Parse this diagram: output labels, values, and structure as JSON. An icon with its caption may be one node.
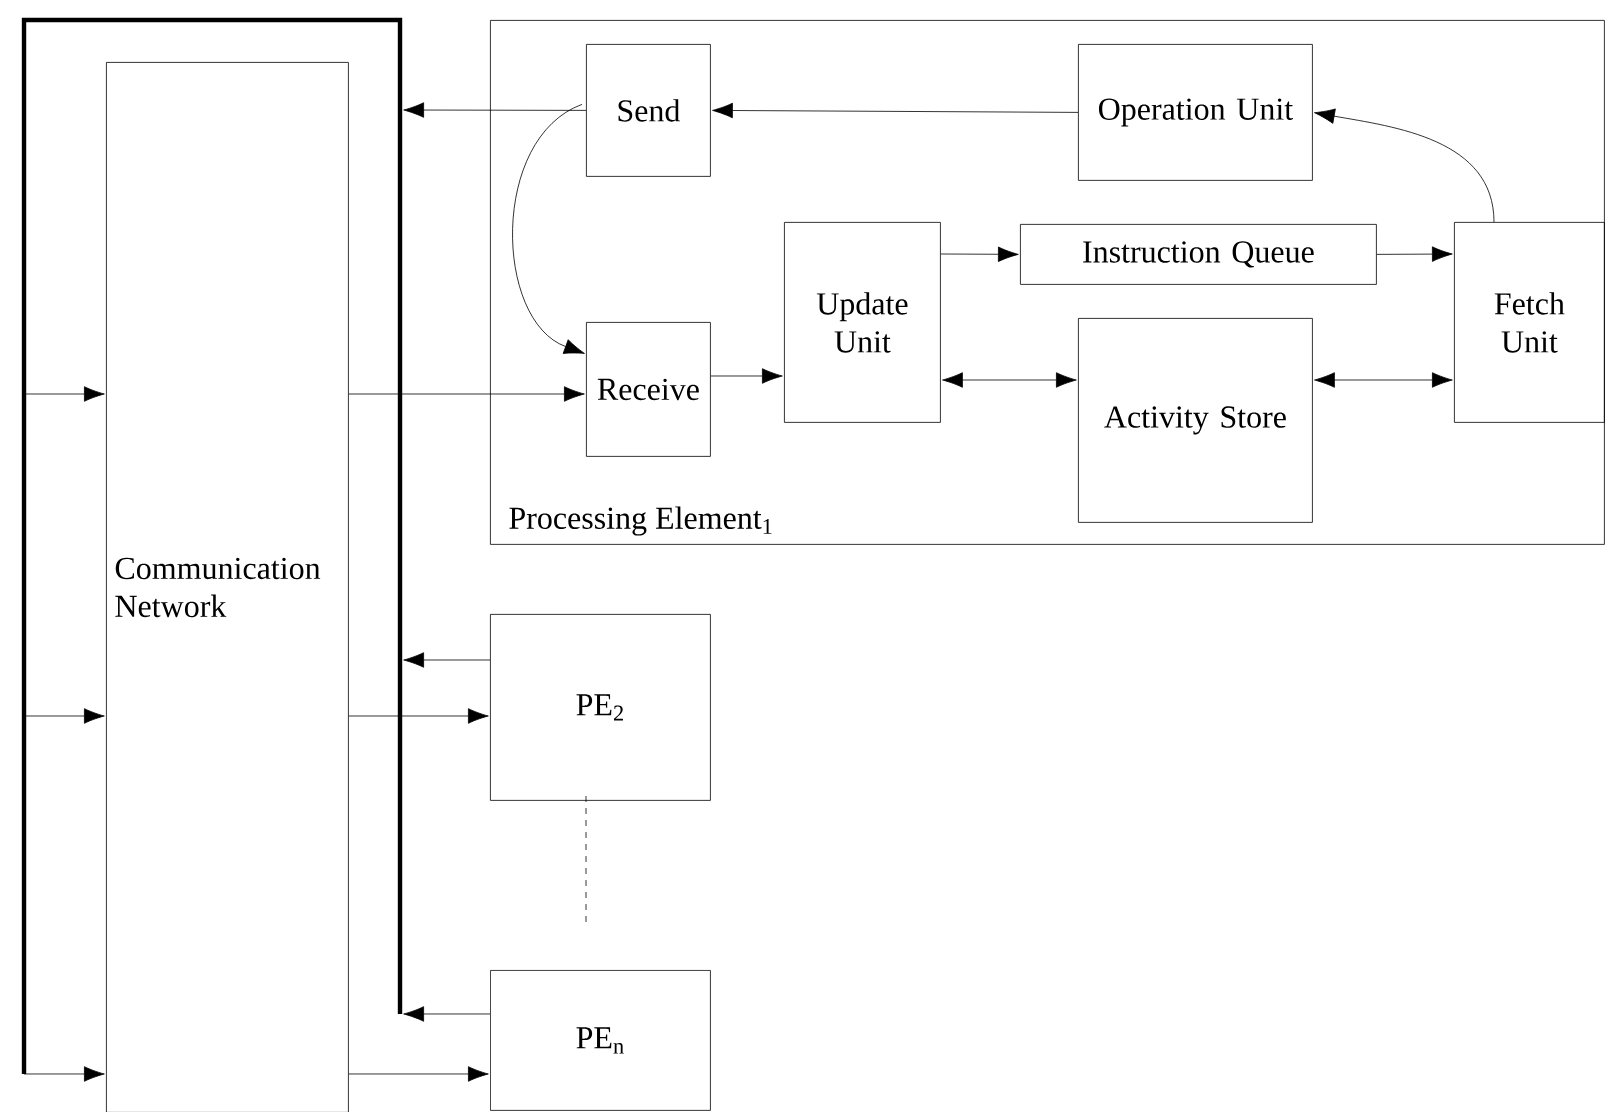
{
  "diagram": {
    "nodes": [
      {
        "text": [
          "Processing Element$_{1}$"
        ]
      },
      {
        "text": [
          "Send"
        ],
        "in": 0
      },
      {
        "text": [
          "Operation Unit"
        ],
        "in": 0
      },
      {
        "text": [
          "Receive"
        ],
        "in": 0
      },
      {
        "text": [
          "Update Unit"
        ],
        "in": 0
      },
      {
        "text": [
          "Instruction Queue"
        ],
        "in": 0
      },
      {
        "text": [
          "Activity Store"
        ],
        "in": 0
      },
      {
        "text": [
          "Fetch Unit"
        ],
        "in": 0
      },
      {
        "text": [
          "Communication Network"
        ]
      },
      {
        "text": [
          "PE$_{2}$"
        ]
      },
      {
        "text": [
          "PE$_{n}$"
        ]
      }
    ],
    "edges": [
      {
        "from": 2,
        "to": 1,
        "arrow": "to"
      },
      {
        "from": 1,
        "to": null,
        "arrow": "to"
      },
      {
        "from": 1,
        "to": 3,
        "arrow": "to"
      },
      {
        "from": 8,
        "to": 3,
        "arrow": "to"
      },
      {
        "from": 3,
        "to": 4,
        "arrow": "to"
      },
      {
        "from": 4,
        "to": 5,
        "arrow": "to"
      },
      {
        "from": 5,
        "to": 7,
        "arrow": "to"
      },
      {
        "from": 4,
        "to": 6,
        "arrow": "both"
      },
      {
        "from": 6,
        "to": 7,
        "arrow": "both"
      },
      {
        "from": 7,
        "to": 2,
        "arrow": "to"
      },
      {
        "from": 9,
        "to": null,
        "arrow": "to"
      },
      {
        "from": 10,
        "to": null,
        "arrow": "to"
      },
      {
        "from": 8,
        "to": 9,
        "arrow": "to"
      },
      {
        "from": 8,
        "to": 10,
        "arrow": "to"
      },
      {
        "from": null,
        "to": 8,
        "arrow": "to"
      },
      {
        "from": null,
        "to": 8,
        "arrow": "to"
      },
      {
        "from": null,
        "to": 8,
        "arrow": "to"
      }
    ]
  }
}
